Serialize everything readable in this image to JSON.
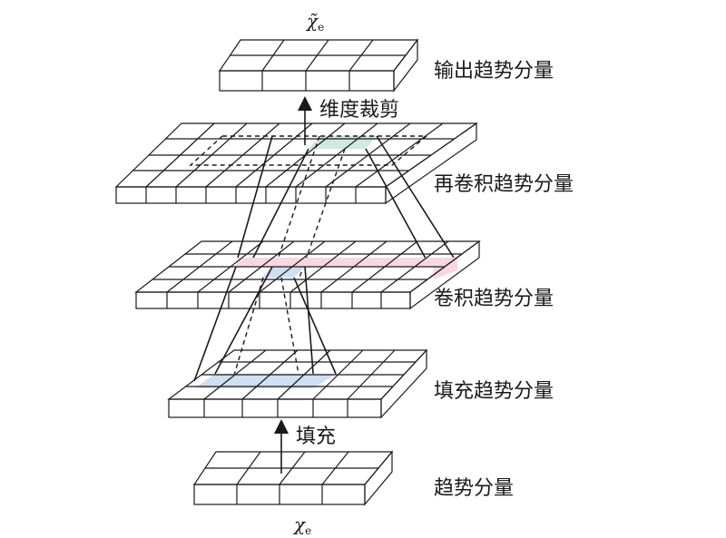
{
  "layers": {
    "output": {
      "label": "输出趋势分量",
      "symbol": "χ̃",
      "subscript": "e"
    },
    "reconv": {
      "label": "再卷积趋势分量"
    },
    "conv": {
      "label": "卷积趋势分量"
    },
    "padded": {
      "label": "填充趋势分量"
    },
    "input": {
      "label": "趋势分量",
      "symbol": "χ",
      "subscript": "e"
    }
  },
  "steps": {
    "crop": "维度裁剪",
    "pad": "填充"
  },
  "colors": {
    "stroke": "#1a1a1a",
    "blue_highlight": "#cfe0f3",
    "pink_highlight": "#f7d8e2",
    "green_highlight": "#cfe9df"
  }
}
